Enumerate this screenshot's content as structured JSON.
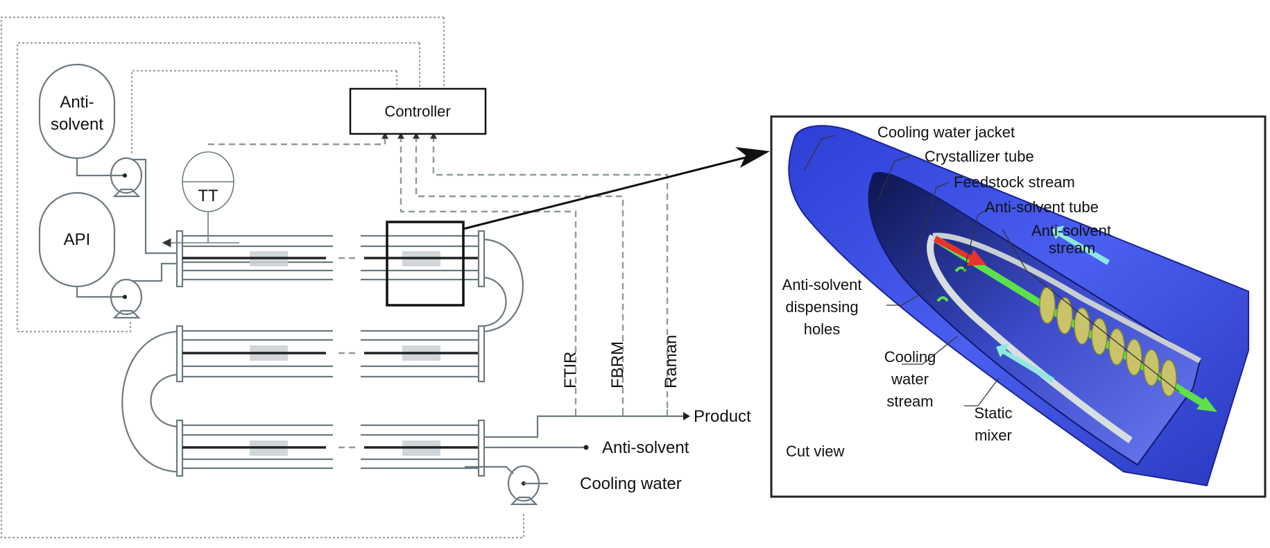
{
  "flowsheet": {
    "vessels": {
      "antisolvent": [
        "Anti-",
        "solvent"
      ],
      "api": "API"
    },
    "controller": "Controller",
    "temperature_transmitter": "TT",
    "analyzers": [
      "FTIR",
      "FBRM",
      "Raman"
    ],
    "outlets": {
      "product": "Product",
      "antisolvent": "Anti-solvent",
      "cooling_water": "Cooling water"
    }
  },
  "cut_view": {
    "title": "Cut view",
    "labels": {
      "cooling_water_jacket": "Cooling water jacket",
      "crystallizer_tube": "Crystallizer tube",
      "feedstock_stream": "Feedstock stream",
      "antisolvent_tube": "Anti-solvent tube",
      "antisolvent_stream": [
        "Anti-solvent",
        "stream"
      ],
      "dispensing_holes": [
        "Anti-solvent",
        "dispensing",
        "holes"
      ],
      "cooling_water_stream": [
        "Cooling",
        "water",
        "stream"
      ],
      "static_mixer": [
        "Static",
        "mixer"
      ]
    },
    "colors": {
      "jacket": "#3a4fe0",
      "feedstock_arrow": "#e8322c",
      "antisolvent_arrow": "#5ee04a",
      "cooling_arrow": "#8fe8e0",
      "mixer": "#c9c46a"
    }
  }
}
